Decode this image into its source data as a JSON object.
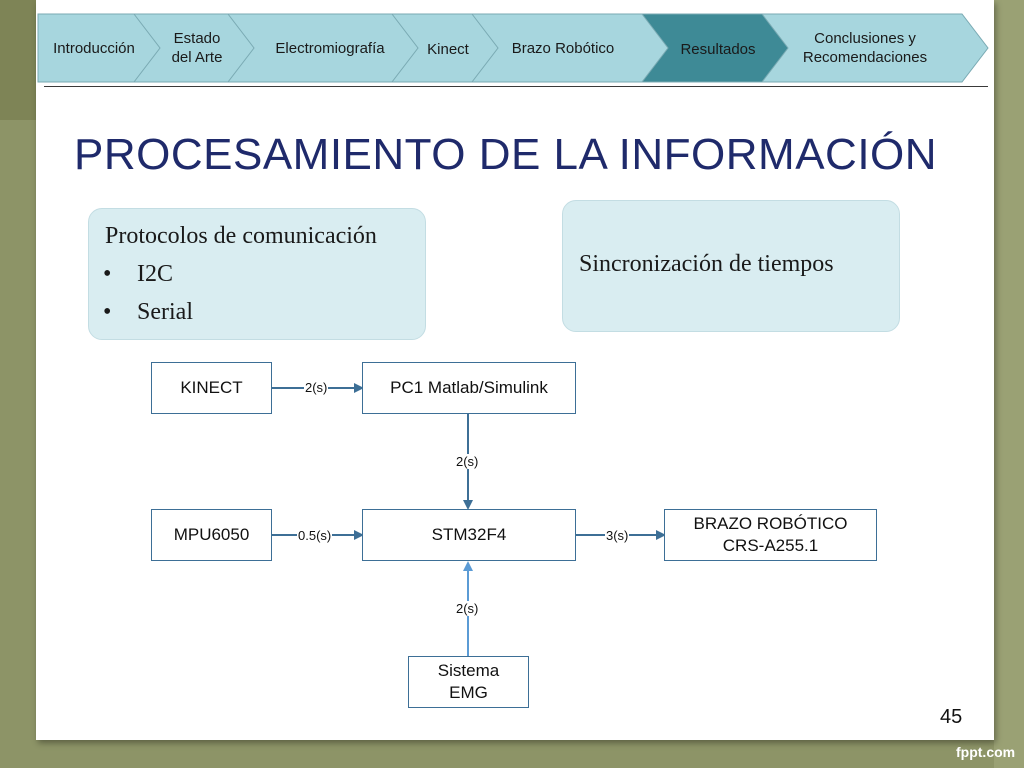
{
  "nav": {
    "tabs": [
      {
        "label": "Introducción",
        "active": false
      },
      {
        "label": "Estado\ndel Arte",
        "active": false
      },
      {
        "label": "Electromiografía",
        "active": false
      },
      {
        "label": "Kinect",
        "active": false
      },
      {
        "label": "Brazo Robótico",
        "active": false
      },
      {
        "label": "Resultados",
        "active": true
      },
      {
        "label": "Conclusiones y\nRecomendaciones",
        "active": false
      }
    ],
    "colors": {
      "tab_fill": "#a7d6de",
      "tab_active": "#3e8a96",
      "tab_edge": "#7aaab3"
    }
  },
  "slide": {
    "title": "PROCESAMIENTO DE LA INFORMACIÓN",
    "page_number": "45"
  },
  "box_protocols": {
    "heading": "Protocolos de comunicación",
    "bullet_char": "•",
    "items": [
      "I2C",
      "Serial"
    ]
  },
  "box_sync": {
    "heading": "Sincronización de tiempos"
  },
  "diagram": {
    "nodes": {
      "kinect": "KINECT",
      "pc1": "PC1 Matlab/Simulink",
      "mpu": "MPU6050",
      "stm": "STM32F4",
      "arm_line1": "BRAZO ROBÓTICO",
      "arm_line2": "CRS-A255.1",
      "emg_line1": "Sistema",
      "emg_line2": "EMG"
    },
    "edges": {
      "kinect_pc1": "2(s)",
      "pc1_stm": "2(s)",
      "mpu_stm": "0.5(s)",
      "stm_arm": "3(s)",
      "emg_stm": "2(s)"
    },
    "colors": {
      "arrow": "#3d6f96",
      "arrow_light": "#5b9bd5"
    }
  },
  "watermark": "fppt.com"
}
